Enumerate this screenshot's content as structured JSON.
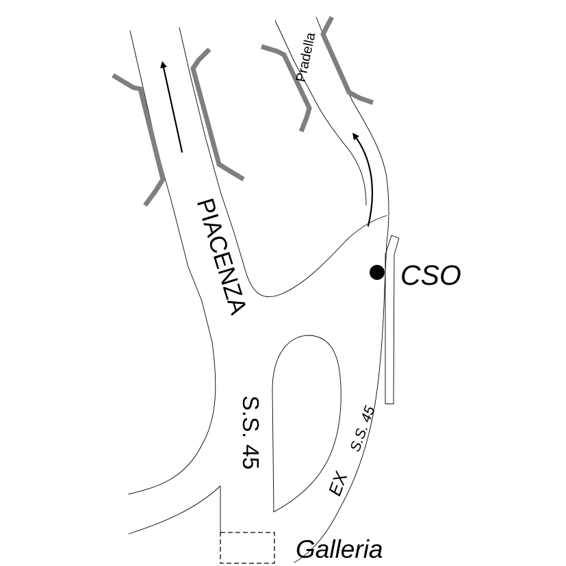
{
  "map": {
    "colors": {
      "background": "#ffffff",
      "road_edge": "#000000",
      "guardrail": "#7f7f7f",
      "marker": "#000000"
    },
    "labels": {
      "piacenza": "PIACENZA",
      "pradella": "Pradella",
      "cso": "CSO",
      "ss45": "S.S. 45",
      "ex": "EX",
      "ex_ss45": "S.S. 45",
      "galleria": "Galleria"
    }
  }
}
